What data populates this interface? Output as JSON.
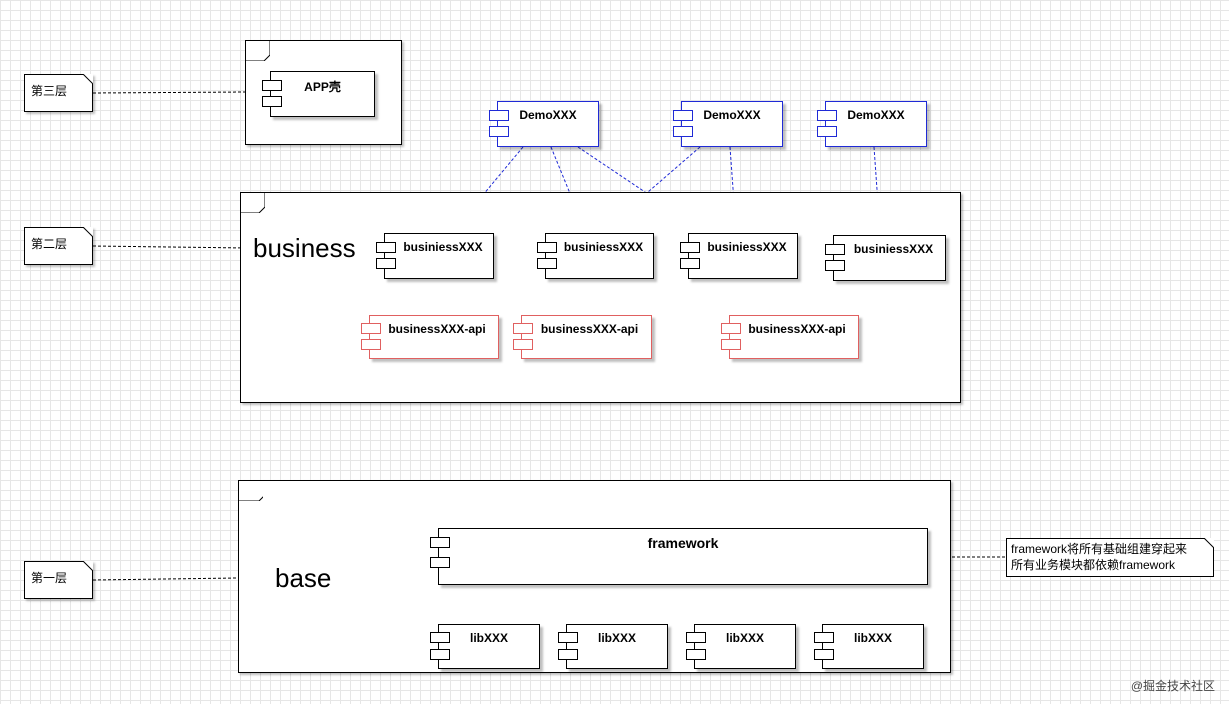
{
  "layers": {
    "third": "第三层",
    "second": "第二层",
    "first": "第一层"
  },
  "app_shell": {
    "label": "APP壳"
  },
  "demos": [
    {
      "label": "DemoXXX"
    },
    {
      "label": "DemoXXX"
    },
    {
      "label": "DemoXXX"
    }
  ],
  "business_frame": {
    "title": "business",
    "modules": [
      {
        "label": "businiessXXX"
      },
      {
        "label": "businiessXXX"
      },
      {
        "label": "businiessXXX"
      },
      {
        "label": "businiessXXX"
      }
    ],
    "apis": [
      {
        "label": "businessXXX-api"
      },
      {
        "label": "businessXXX-api"
      },
      {
        "label": "businessXXX-api"
      }
    ]
  },
  "base_frame": {
    "title": "base",
    "framework": {
      "label": "framework"
    },
    "libs": [
      {
        "label": "libXXX"
      },
      {
        "label": "libXXX"
      },
      {
        "label": "libXXX"
      },
      {
        "label": "libXXX"
      }
    ]
  },
  "framework_note": {
    "line1": "framework将所有基础组建穿起来",
    "line2": "所有业务模块都依赖framework"
  },
  "watermark": "@掘金技术社区",
  "colors": {
    "demo_border": "#1f2ad6",
    "api_border": "#e06060",
    "default_border": "#000000"
  }
}
